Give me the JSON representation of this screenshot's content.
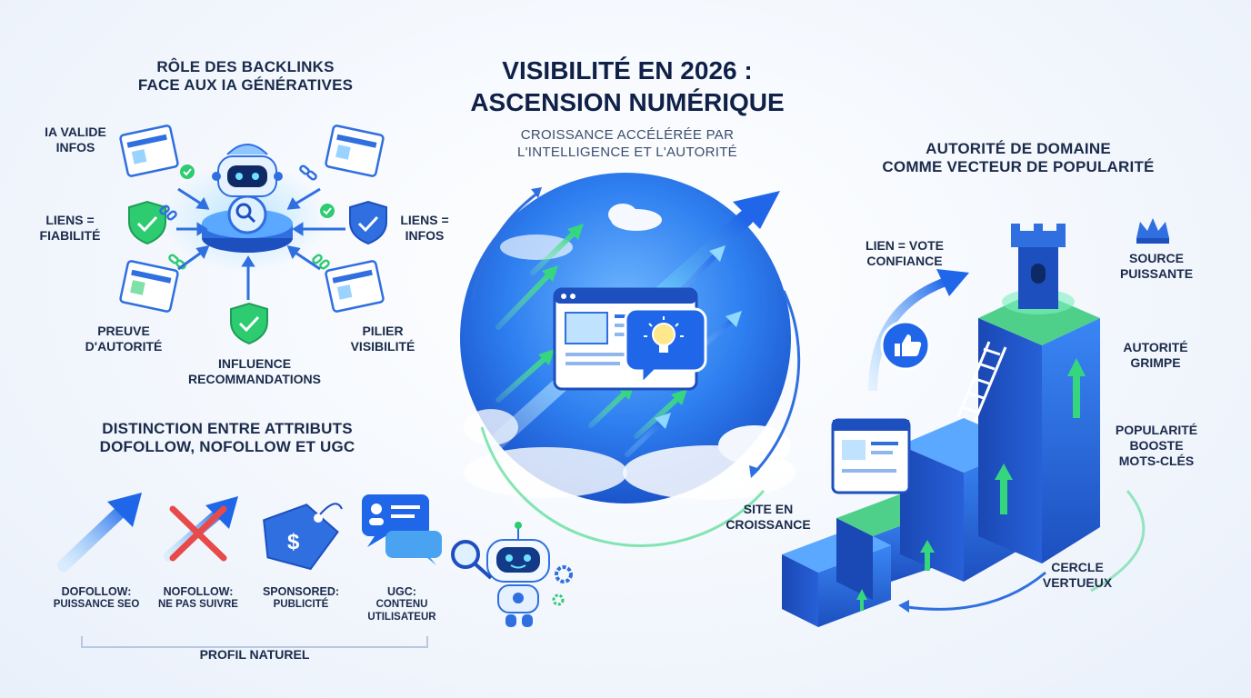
{
  "title": {
    "line1": "Visibilité en 2026 :",
    "line2": "Ascension numérique",
    "subtitle_line1": "Croissance accélérée par",
    "subtitle_line2": "l'intelligence et l'autorité"
  },
  "backlinks_section": {
    "heading_line1": "Rôle des backlinks",
    "heading_line2": "face aux IA génératives",
    "labels": {
      "ia_valide": [
        "IA valide",
        "infos"
      ],
      "liens_fiabilite": [
        "Liens =",
        "fiabilité"
      ],
      "liens_infos": [
        "Liens =",
        "infos"
      ],
      "preuve": [
        "Preuve",
        "d'autorité"
      ],
      "influence": [
        "Influence",
        "recommandations"
      ],
      "pilier": [
        "Pilier",
        "visibilité"
      ]
    }
  },
  "attributes_section": {
    "heading_line1": "Distinction entre attributs",
    "heading_line2": "dofollow, nofollow et UGC",
    "items": [
      {
        "line1": "Dofollow:",
        "line2": "puissance SEO",
        "icon": "arrow-up-icon"
      },
      {
        "line1": "Nofollow:",
        "line2": "ne pas suivre",
        "icon": "crossed-arrow-icon"
      },
      {
        "line1": "Sponsored:",
        "line2": "publicité",
        "icon": "price-tag-icon"
      },
      {
        "line1": "UGC:",
        "line2": "contenu",
        "line3": "utilisateur",
        "icon": "chat-bubble-icon"
      }
    ],
    "footer": "Profil naturel"
  },
  "authority_section": {
    "heading_line1": "Autorité de domaine",
    "heading_line2": "comme vecteur de popularité",
    "labels": {
      "lien_vote": [
        "Lien = vote",
        "confiance"
      ],
      "source": [
        "Source",
        "puissante"
      ],
      "grimpe": [
        "Autorité",
        "grimpe"
      ],
      "popularite": [
        "Popularité",
        "booste",
        "mots-clés"
      ],
      "site": [
        "Site en",
        "croissance"
      ],
      "cercle": [
        "Cercle",
        "vertueux"
      ]
    }
  },
  "colors": {
    "primary_blue": "#2f6fe0",
    "deep_blue": "#1d4fbf",
    "green": "#2ecc71",
    "sky": "#4aa3f0",
    "text_dark": "#1b2b4b"
  }
}
